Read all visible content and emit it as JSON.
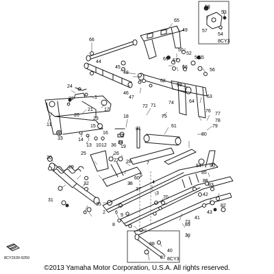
{
  "diagram": {
    "callouts": [
      "58",
      "53",
      "57",
      "54",
      "65",
      "49",
      "66",
      "50",
      "52",
      "51",
      "69",
      "67",
      "68",
      "44",
      "45",
      "55",
      "56",
      "48",
      "46",
      "47",
      "11",
      "24",
      "22",
      "1",
      "20",
      "21",
      "23",
      "17",
      "15",
      "14",
      "10",
      "13",
      "12",
      "16",
      "19",
      "18",
      "81",
      "72",
      "71",
      "74",
      "75",
      "61",
      "76",
      "77",
      "78",
      "79",
      "63",
      "80",
      "33",
      "30",
      "29",
      "31",
      "32",
      "34",
      "35",
      "36",
      "37",
      "38",
      "26",
      "27",
      "28",
      "9",
      "8",
      "6",
      "5",
      "4",
      "3",
      "2",
      "7",
      "25",
      "84",
      "85",
      "86",
      "82",
      "83",
      "87",
      "88",
      "89",
      "90",
      "40",
      "39",
      "42",
      "43",
      "41",
      "62",
      "64",
      "59",
      "60",
      "70",
      "73"
    ],
    "inset_labels": [
      "8CY3",
      "8CY3"
    ],
    "drawing_code": "8CY3100-9250",
    "copyright": "©2013 Yamaha Motor Corporation, U.S.A. All rights reserved."
  }
}
